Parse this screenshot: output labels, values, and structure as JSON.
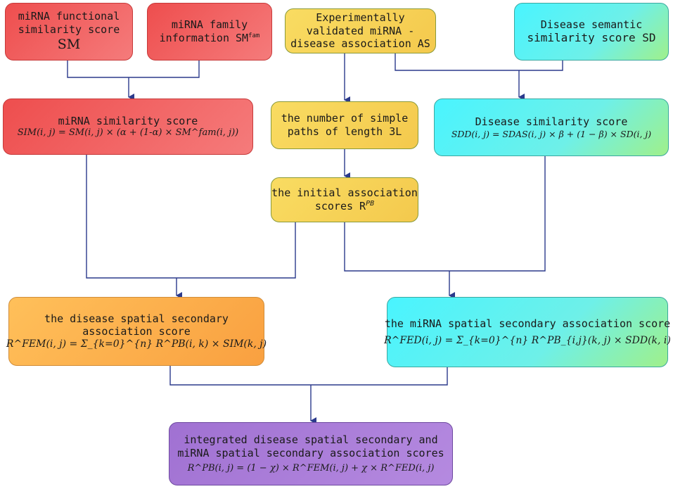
{
  "boxes": {
    "sm": {
      "line1": "miRNA functional",
      "line2": "similarity  score",
      "symbol": "SM"
    },
    "smfam": {
      "line1": "miRNA family",
      "line2": "information SM",
      "sup": "fam"
    },
    "as": {
      "line1": "Experimentally",
      "line2": "validated miRNA -",
      "line3": "disease association AS"
    },
    "sd": {
      "line1": "Disease semantic",
      "line2": "similarity  score SD"
    },
    "sim": {
      "title": "miRNA  similarity  score",
      "formula": "SIM(i, j) = SM(i, j) × (α + (1-α) × SM^fam(i, j))"
    },
    "paths": {
      "line1": "the number of simple",
      "line2": "paths  of length  3L"
    },
    "sdd": {
      "title": "Disease similarity score",
      "formula": "SDD(i, j) = SDAS(i, j) × β + (1 − β) × SD(i, j)"
    },
    "initial": {
      "line1": "the initial association",
      "line2": "scores  R",
      "sup": "PB"
    },
    "fem": {
      "line1": "the disease spatial secondary",
      "line2": "association score",
      "formula": "R^FEM(i, j) = Σ_{k=0}^{n} R^PB(i, k) × SIM(k, j)"
    },
    "fed": {
      "line1": "the miRNA spatial secondary association score",
      "formula": "R^FED(i, j) = Σ_{k=0}^{n} R^PB_{i,j}(k, j) × SDD(k, i)"
    },
    "final": {
      "line1": "integrated disease spatial secondary and",
      "line2": "miRNA spatial secondary association scores",
      "formula": "R^PB(i, j) = (1 − χ) × R^FEM(i, j) + χ × R^FED(i, j)"
    }
  },
  "colors": {
    "arrow": "#2b3a8c",
    "red": "#ef5a5a",
    "yellow": "#f7d35a",
    "cyan": "#4ff2ff",
    "orange": "#fbb04c",
    "purple": "#a87ad8"
  }
}
